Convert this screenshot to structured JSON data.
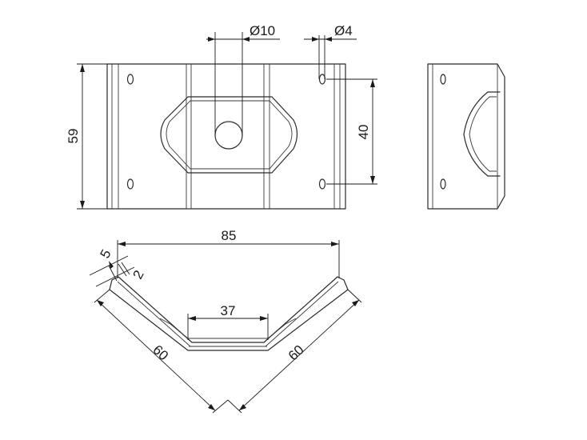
{
  "dimensions": {
    "hole_large": "Ø10",
    "hole_small": "Ø4",
    "height": "59",
    "hole_spacing": "40",
    "width": "85",
    "flange_5": "5",
    "thickness_2": "2",
    "bottom_flat": "37",
    "leg_left": "60",
    "leg_right": "60"
  }
}
